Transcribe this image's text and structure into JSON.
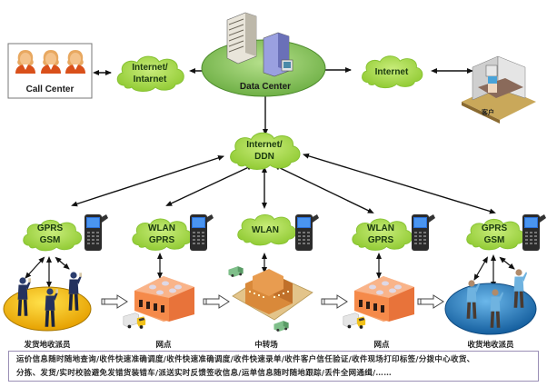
{
  "diagram": {
    "top_row": {
      "call_center": {
        "label": "Call Center",
        "icon": "operator-agents-icon",
        "agent_count": 3
      },
      "cloud_left": {
        "line1": "Internet/",
        "line2": "Intarnet"
      },
      "data_center": {
        "label": "Data Center",
        "icon": "server-building-icon"
      },
      "cloud_right": {
        "line1": "Internet"
      },
      "customer": {
        "label": "客户",
        "icon": "customer-office-icon"
      }
    },
    "hub": {
      "line1": "Internet/",
      "line2": "DDN"
    },
    "network_clouds": [
      {
        "line1": "GPRS",
        "line2": "GSM"
      },
      {
        "line1": "WLAN",
        "line2": "GPRS"
      },
      {
        "line1": "WLAN",
        "line2": ""
      },
      {
        "line1": "WLAN",
        "line2": "GPRS"
      },
      {
        "line1": "GPRS",
        "line2": "GSM"
      }
    ],
    "stations": [
      {
        "label": "发货地收派员",
        "icon": "couriers-yellow-platform-icon"
      },
      {
        "label": "网点",
        "icon": "warehouse-icon"
      },
      {
        "label": "中转场",
        "icon": "transfer-center-icon"
      },
      {
        "label": "网点",
        "icon": "warehouse-icon"
      },
      {
        "label": "收货地收派员",
        "icon": "couriers-blue-platform-icon"
      }
    ],
    "description": {
      "line1": "运价信息随时随地查询/收件快速准确调度/收件快速准确调度/收件快速录单/收件客户信任验证/收件现场打印标签/分拨中心收货、",
      "line2": "分拣、发货/实时校验避免发错货装错车/派送实时反馈签收信息/运单信息随时随地跟踪/丢件全网通缉/……"
    }
  },
  "colors": {
    "cloud_fill": "#a6d84a",
    "cloud_edge": "#7fbf2a",
    "data_center_disc": "#8cc862",
    "yellow_disc": "#f2b800",
    "blue_disc": "#1f73b7",
    "warehouse": "#f58a4a",
    "arrow": "#111111",
    "box_border": "#9a8fb5"
  }
}
